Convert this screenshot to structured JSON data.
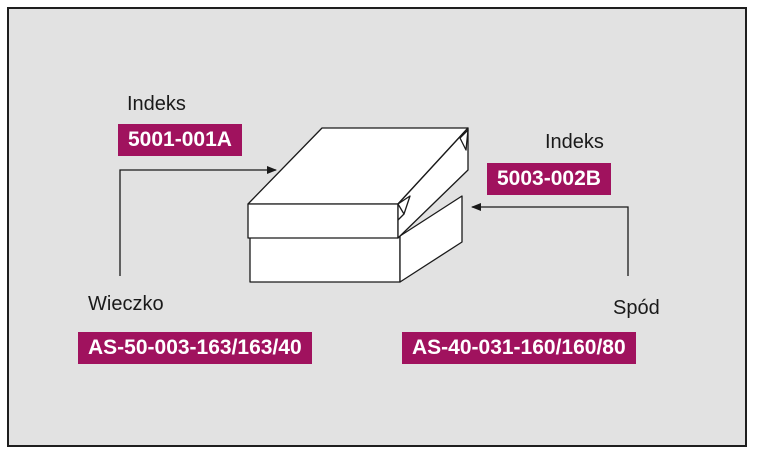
{
  "colors": {
    "frame_bg": "#e2e2e2",
    "frame_border": "#1e1e1e",
    "tag_bg": "#a0125e",
    "tag_text": "#ffffff",
    "label_text": "#1a1a1a"
  },
  "labels": {
    "lid_index_title": "Indeks",
    "lid_index_code": "5001-001A",
    "base_index_title": "Indeks",
    "base_index_code": "5003-002B",
    "lid_title": "Wieczko",
    "lid_code": "AS-50-003-163/163/40",
    "base_title": "Spód",
    "base_code": "AS-40-031-160/160/80"
  }
}
